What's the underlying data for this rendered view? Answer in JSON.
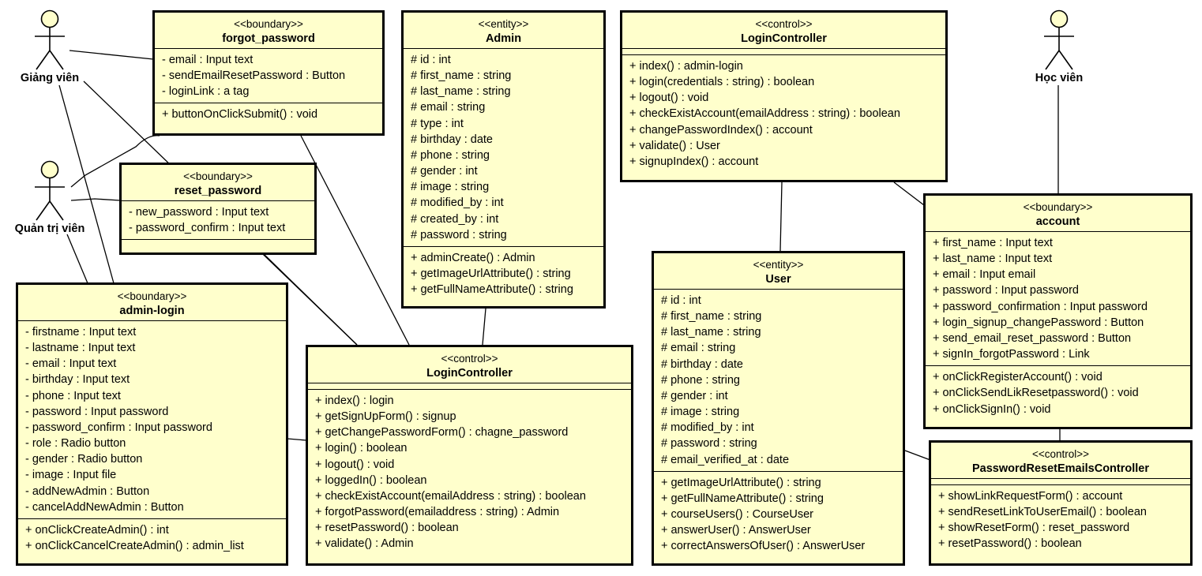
{
  "actors": {
    "giang_vien": "Giảng viên",
    "quan_tri_vien": "Quản trị viên",
    "hoc_vien": "Học viên"
  },
  "classes": {
    "forgot_password": {
      "stereotype": "<<boundary>>",
      "name": "forgot_password",
      "attributes": [
        "- email : Input text",
        "- sendEmailResetPassword : Button",
        "- loginLink : a tag"
      ],
      "operations": [
        "+ buttonOnClickSubmit() : void"
      ]
    },
    "admin_entity": {
      "stereotype": "<<entity>>",
      "name": "Admin",
      "attributes": [
        "# id : int",
        "# first_name : string",
        "# last_name : string",
        "# email : string",
        "# type : int",
        "# birthday : date",
        "# phone : string",
        "# gender : int",
        "# image : string",
        "# modified_by : int",
        "# created_by : int",
        "# password : string"
      ],
      "operations": [
        "+ adminCreate() : Admin",
        "+ getImageUrlAttribute() : string",
        "+ getFullNameAttribute() : string"
      ]
    },
    "login_controller_top": {
      "stereotype": "<<control>>",
      "name": "LoginController",
      "attributes": [],
      "operations": [
        "+ index() : admin-login",
        "+ login(credentials : string) : boolean",
        "+ logout() : void",
        "+ checkExistAccount(emailAddress : string) : boolean",
        "+ changePasswordIndex() : account",
        "+ validate() : User",
        "+ signupIndex() : account"
      ]
    },
    "reset_password": {
      "stereotype": "<<boundary>>",
      "name": "reset_password",
      "attributes": [
        "- new_password : Input text",
        "- password_confirm : Input text"
      ],
      "operations": []
    },
    "admin_login": {
      "stereotype": "<<boundary>>",
      "name": "admin-login",
      "attributes": [
        "- firstname : Input text",
        "- lastname : Input text",
        "- email : Input text",
        "- birthday : Input text",
        "- phone : Input text",
        "- password : Input password",
        "- password_confirm : Input password",
        "- role : Radio button",
        "- gender : Radio button",
        "- image : Input file",
        "- addNewAdmin : Button",
        "- cancelAddNewAdmin : Button"
      ],
      "operations": [
        "+ onClickCreateAdmin() : int",
        "+ onClickCancelCreateAdmin() : admin_list"
      ]
    },
    "login_controller_bottom": {
      "stereotype": "<<control>>",
      "name": "LoginController",
      "attributes": [],
      "operations": [
        "+ index() : login",
        "+ getSignUpForm() : signup",
        "+ getChangePasswordForm() : chagne_password",
        "+ login() : boolean",
        "+ logout() : void",
        "+ loggedIn() : boolean",
        "+ checkExistAccount(emailAddress : string) : boolean",
        "+ forgotPassword(emailaddress : string) : Admin",
        "+ resetPassword() : boolean",
        "+ validate() : Admin"
      ]
    },
    "user_entity": {
      "stereotype": "<<entity>>",
      "name": "User",
      "attributes": [
        "# id : int",
        "# first_name : string",
        "# last_name : string",
        "# email : string",
        "# birthday : date",
        "# phone : string",
        "# gender : int",
        "# image : string",
        "# modified_by : int",
        "# password : string",
        "# email_verified_at : date"
      ],
      "operations": [
        "+ getImageUrlAttribute() : string",
        "+ getFullNameAttribute() : string",
        "+ courseUsers() : CourseUser",
        "+ answerUser() : AnswerUser",
        "+ correctAnswersOfUser() : AnswerUser"
      ]
    },
    "account": {
      "stereotype": "<<boundary>>",
      "name": "account",
      "attributes": [
        "+ first_name : Input text",
        "+ last_name : Input text",
        "+ email : Input email",
        "+ password : Input password",
        "+ password_confirmation : Input password",
        "+ login_signup_changePassword : Button",
        "+ send_email_reset_password : Button",
        "+ signIn_forgotPassword : Link"
      ],
      "operations": [
        "+ onClickRegisterAccount() : void",
        "+ onClickSendLikResetpassword() : void",
        "+ onClickSignIn() : void"
      ]
    },
    "password_reset_controller": {
      "stereotype": "<<control>>",
      "name": "PasswordResetEmailsController",
      "attributes": [],
      "operations": [
        "+ showLinkRequestForm() : account",
        "+ sendResetLinkToUserEmail() : boolean",
        "+ showResetForm() : reset_password",
        "+ resetPassword() : boolean"
      ]
    }
  },
  "colors": {
    "fill": "#ffffcc",
    "stroke": "#000000"
  }
}
